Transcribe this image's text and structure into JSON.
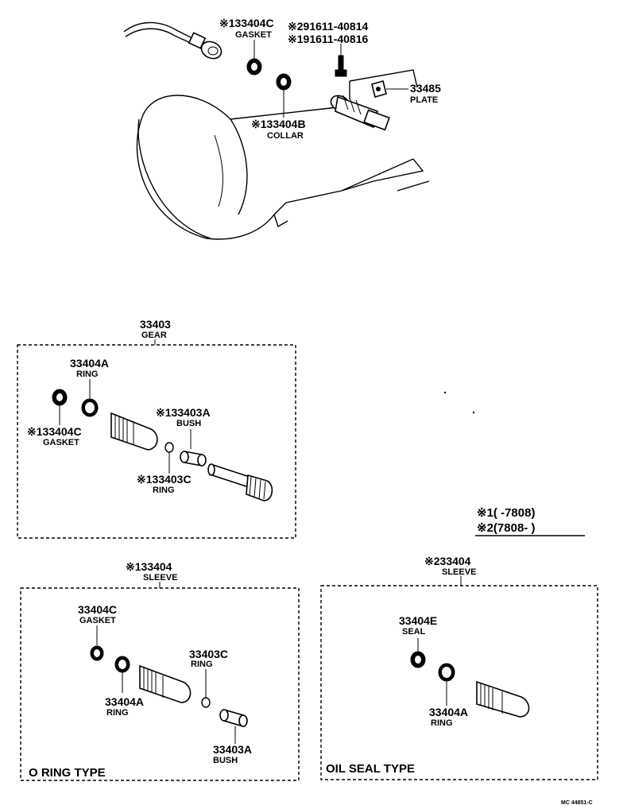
{
  "top": {
    "gasket": {
      "mark": "※1",
      "part": "33404C",
      "name": "GASKET"
    },
    "bolt_a": {
      "mark": "※2",
      "part": "91611-40814"
    },
    "bolt_b": {
      "mark": "※1",
      "part": "91611-40816"
    },
    "plate": {
      "part": "33485",
      "name": "PLATE"
    },
    "collar": {
      "mark": "※1",
      "part": "33404B",
      "name": "COLLAR"
    }
  },
  "gear_box": {
    "part": "33403",
    "name": "GEAR",
    "ring": {
      "part": "33404A",
      "name": "RING"
    },
    "gasket": {
      "mark": "※1",
      "part": "33404C",
      "name": "GASKET"
    },
    "bush": {
      "mark": "※1",
      "part": "33403A",
      "name": "BUSH"
    },
    "oring": {
      "mark": "※1",
      "part": "33403C",
      "name": "RING"
    }
  },
  "legend": {
    "row1": {
      "mark": "※1",
      "text": "(      -7808)"
    },
    "row2": {
      "mark": "※2",
      "text": "(7808-        )"
    }
  },
  "sleeve_left": {
    "mark": "※1",
    "part": "33404",
    "name": "SLEEVE",
    "gasket": {
      "part": "33404C",
      "name": "GASKET"
    },
    "ring": {
      "part": "33404A",
      "name": "RING"
    },
    "oring": {
      "part": "33403C",
      "name": "RING"
    },
    "bush": {
      "part": "33403A",
      "name": "BUSH"
    },
    "caption": "O RING TYPE"
  },
  "sleeve_right": {
    "mark": "※2",
    "part": "33404",
    "name": "SLEEVE",
    "seal": {
      "part": "33404E",
      "name": "SEAL"
    },
    "ring": {
      "part": "33404A",
      "name": "RING"
    },
    "caption": "OIL SEAL TYPE"
  },
  "footer_code": "MC 44851-C"
}
